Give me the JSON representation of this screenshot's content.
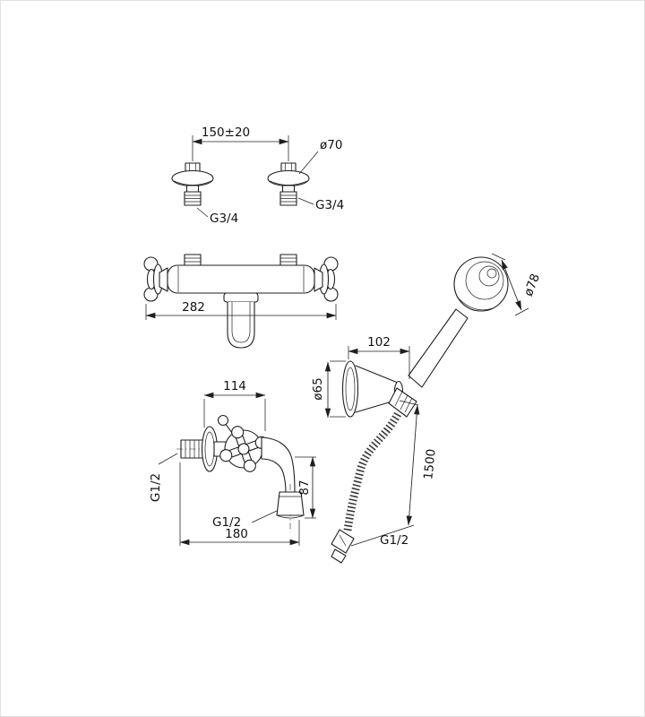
{
  "page": {
    "background": "#ffffff",
    "ink": "#1f1f1f"
  },
  "drawing": {
    "front_view": {
      "center_distance": "150±20",
      "flange_diameter": "ø70",
      "thread_left": "G3/4",
      "thread_right": "G3/4",
      "overall_width": "282"
    },
    "hand_shower": {
      "head_diameter": "ø78",
      "bracket_reach": "102",
      "bracket_diameter": "ø65",
      "hose_length": "1500",
      "hose_thread": "G1/2"
    },
    "side_view": {
      "upper_width": "114",
      "inlet_thread": "G1/2",
      "spout_drop": "87",
      "outlet_thread": "G1/2",
      "overall_depth": "180"
    }
  }
}
